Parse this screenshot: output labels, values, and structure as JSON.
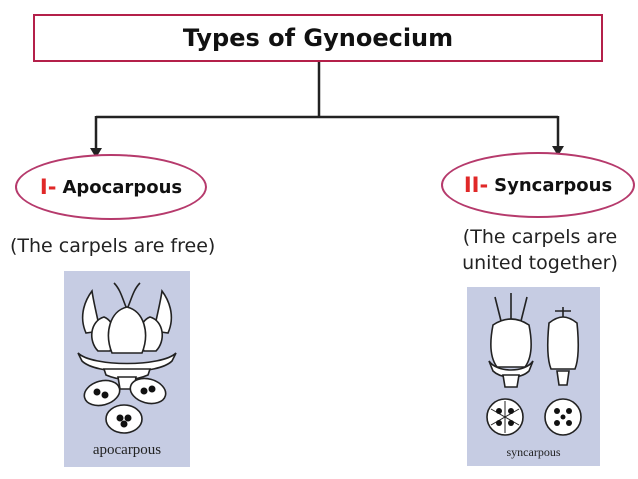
{
  "title": "Types of Gynoecium",
  "types": [
    {
      "numeral": "I-",
      "label": "Apocarpous",
      "description": "(The carpels are free)",
      "figure_caption": "apocarpous"
    },
    {
      "numeral": "II-",
      "label": "Syncarpous",
      "description_lines": [
        "(The carpels are",
        "united together)"
      ],
      "figure_caption": "syncarpous"
    }
  ],
  "colors": {
    "title_border": "#b4204a",
    "oval_border": "#b63a6c",
    "numeral": "#e02828",
    "figure_background": "#c6cce3",
    "connector": "#222222"
  },
  "icons": [
    "arrow-down-icon",
    "apocarpous-flower-icon",
    "syncarpous-flower-icon"
  ]
}
